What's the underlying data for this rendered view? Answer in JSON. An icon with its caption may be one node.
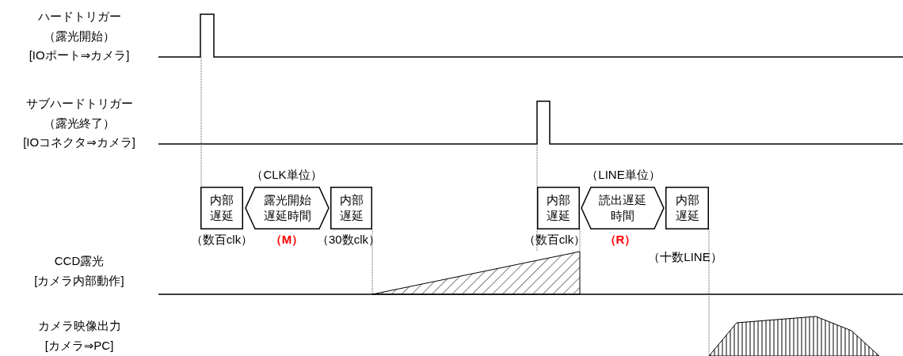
{
  "diagram": {
    "nodes": [
      {
        "text": [
          "内部遅延"
        ],
        "beside": [
          "（数百clk）"
        ]
      },
      {
        "text": [
          "露光開始遅延時間"
        ],
        "beside": [
          "（CLK単位）",
          "（M）"
        ]
      },
      {
        "text": [
          "内部遅延"
        ],
        "beside": [
          "（30数clk）"
        ]
      },
      {
        "text": [
          "内部遅延"
        ],
        "beside": [
          "（数百clk）"
        ]
      },
      {
        "text": [
          "読出遅延時間"
        ],
        "beside": [
          "（LINE単位）",
          "（R）"
        ]
      },
      {
        "text": [
          "内部遅延"
        ],
        "beside": [
          "（十数LINE）"
        ]
      }
    ],
    "labels": [
      "ハードトリガー",
      "（露光開始）",
      "[IOポート⇒カメラ]",
      "サブハードトリガー",
      "（露光終了）",
      "[IOコネクタ⇒カメラ]",
      "CCD露光",
      "[カメラ内部動作]",
      "カメラ映像出力",
      "[カメラ⇒PC]"
    ]
  }
}
